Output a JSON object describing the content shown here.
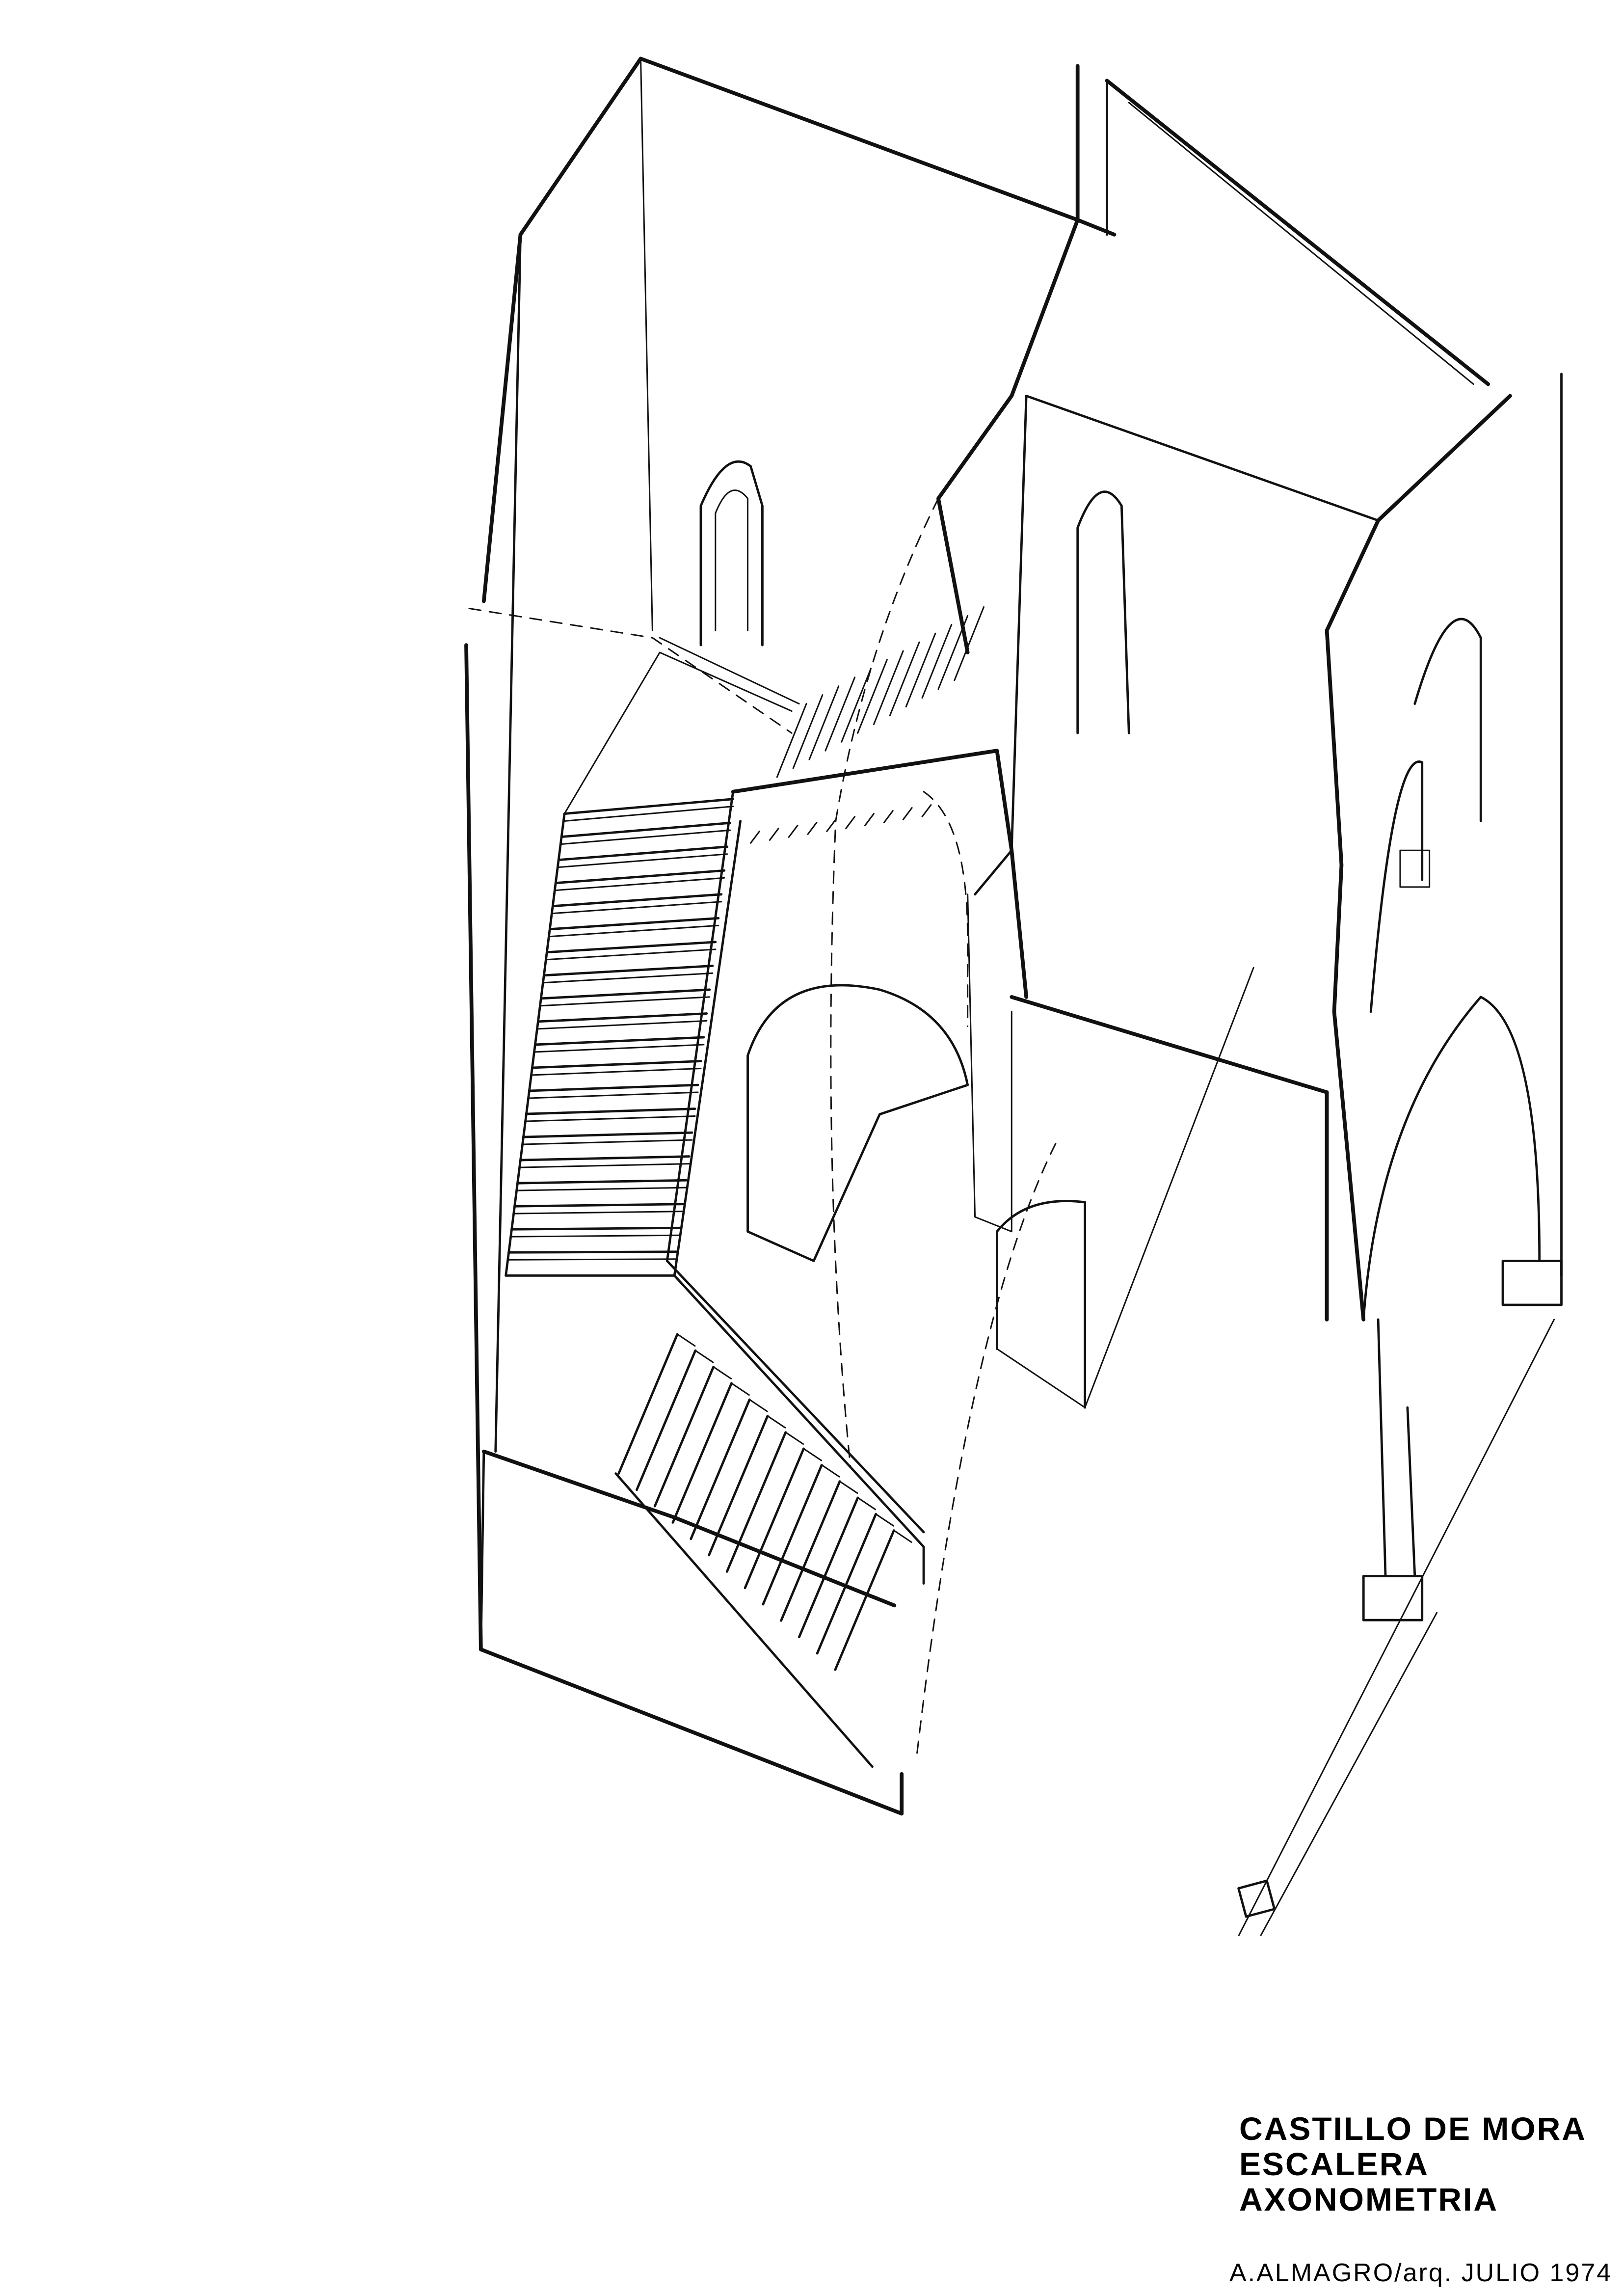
{
  "title_block": {
    "line1": "CASTILLO DE MORA",
    "line2": "ESCALERA",
    "line3": "AXONOMETRIA"
  },
  "signature": "A.ALMAGRO/arq.  JULIO 1974",
  "drawing": {
    "upper_flight_steps": 20,
    "lower_flight_steps": 13,
    "ink_color": "#111111"
  }
}
